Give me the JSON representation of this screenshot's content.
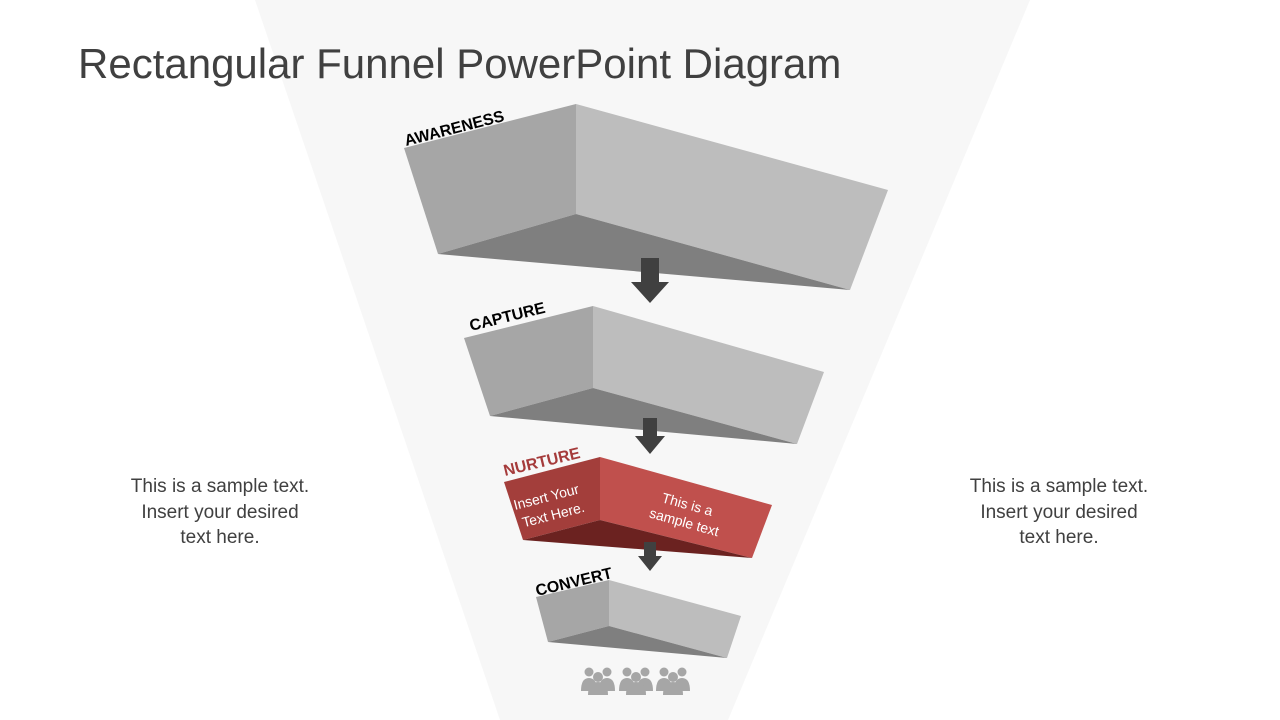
{
  "title": "Rectangular Funnel PowerPoint Diagram",
  "stages": [
    {
      "label": "AWARENESS",
      "color": "#000000"
    },
    {
      "label": "CAPTURE",
      "color": "#000000"
    },
    {
      "label": "NURTURE",
      "color": "#a53b3b"
    },
    {
      "label": "CONVERT",
      "color": "#000000"
    }
  ],
  "nurture_block": {
    "left_text": [
      "Insert Your",
      "Text Here."
    ],
    "right_text": [
      "This is a",
      "sample text"
    ]
  },
  "side_text_left": [
    "This is a sample text.",
    "Insert your desired",
    "text here."
  ],
  "side_text_right": [
    "This is a sample text.",
    "Insert your desired",
    "text here."
  ],
  "icons": [
    "people-group-icon",
    "people-group-icon",
    "people-group-icon"
  ],
  "colors": {
    "background_funnel": "#f7f7f7",
    "block_front": "#bdbdbd",
    "block_left": "#a6a6a6",
    "block_bottom": "#7f7f7f",
    "accent_front": "#c0504d",
    "accent_left": "#a33e3b",
    "accent_bottom": "#6b2220",
    "arrow": "#404040",
    "icon": "#a6a6a6"
  }
}
